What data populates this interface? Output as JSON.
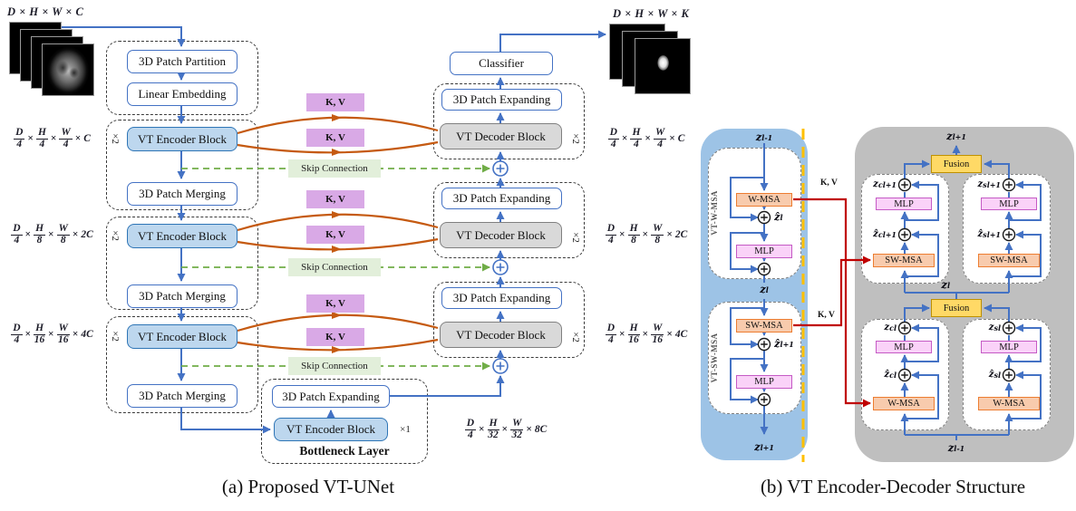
{
  "figure": {
    "caption_a": "(a) Proposed VT-UNet",
    "caption_b": "(b) VT Encoder-Decoder Structure"
  },
  "colors": {
    "flow_blue": "#4472C4",
    "encoder_block_fill": "#BDD7EE",
    "decoder_block_fill": "#D9D9D9",
    "kv_purple": "#D9A9E6",
    "skip_green_bg": "#E2EFDA",
    "skip_green_line": "#70AD47",
    "cross_attention_orange": "#C55A11",
    "kv_red_line": "#C00000",
    "divider_yellow": "#FFC000",
    "fusion_yellow": "#FFD966",
    "msa_orange_fill": "#F8CBAD",
    "mlp_pink_fill": "#FAD2F8",
    "encoder_panel_blue": "#9DC3E6",
    "decoder_panel_gray": "#BFBFBF"
  },
  "panel_a": {
    "input_dim_label": "D × H × W × C",
    "output_dim_label": "D × H × W × K",
    "times": "×",
    "kv_label": "K, V",
    "skip_label": "Skip Connection",
    "stem": {
      "patch_partition": "3D Patch Partition",
      "linear_embedding": "Linear Embedding"
    },
    "encoder_stages": [
      {
        "block": "VT Encoder Block",
        "repeat": "×2",
        "merge": "3D Patch Merging"
      },
      {
        "block": "VT Encoder Block",
        "repeat": "×2",
        "merge": "3D Patch Merging"
      },
      {
        "block": "VT Encoder Block",
        "repeat": "×2",
        "merge": "3D Patch Merging"
      }
    ],
    "bottleneck": {
      "expand": "3D Patch Expanding",
      "block": "VT Encoder Block",
      "repeat": "×1",
      "title": "Bottleneck Layer",
      "dim": {
        "terms": [
          {
            "n": "D",
            "d": "4"
          },
          {
            "n": "H",
            "d": "32"
          },
          {
            "n": "W",
            "d": "32"
          }
        ],
        "tail": "8C"
      }
    },
    "decoder": {
      "classifier": "Classifier",
      "stages": [
        {
          "expand": "3D Patch Expanding",
          "block": "VT Decoder Block",
          "repeat": "×2"
        },
        {
          "expand": "3D Patch Expanding",
          "block": "VT Decoder Block",
          "repeat": "×2"
        },
        {
          "expand": "3D Patch Expanding",
          "block": "VT Decoder Block",
          "repeat": "×2"
        }
      ]
    },
    "dims_left": [
      {
        "terms": [
          {
            "n": "D",
            "d": "4"
          },
          {
            "n": "H",
            "d": "4"
          },
          {
            "n": "W",
            "d": "4"
          }
        ],
        "tail": "C"
      },
      {
        "terms": [
          {
            "n": "D",
            "d": "4"
          },
          {
            "n": "H",
            "d": "8"
          },
          {
            "n": "W",
            "d": "8"
          }
        ],
        "tail": "2C"
      },
      {
        "terms": [
          {
            "n": "D",
            "d": "4"
          },
          {
            "n": "H",
            "d": "16"
          },
          {
            "n": "W",
            "d": "16"
          }
        ],
        "tail": "4C"
      }
    ],
    "dims_right": [
      {
        "terms": [
          {
            "n": "D",
            "d": "4"
          },
          {
            "n": "H",
            "d": "4"
          },
          {
            "n": "W",
            "d": "4"
          }
        ],
        "tail": "C"
      },
      {
        "terms": [
          {
            "n": "D",
            "d": "4"
          },
          {
            "n": "H",
            "d": "8"
          },
          {
            "n": "W",
            "d": "8"
          }
        ],
        "tail": "2C"
      },
      {
        "terms": [
          {
            "n": "D",
            "d": "4"
          },
          {
            "n": "H",
            "d": "16"
          },
          {
            "n": "W",
            "d": "16"
          }
        ],
        "tail": "4C"
      }
    ]
  },
  "panel_b": {
    "kv_label": "K, V",
    "encoder": {
      "z_in": {
        "base": "z",
        "sup": "l-1"
      },
      "z_mid": {
        "base": "z",
        "sup": "l"
      },
      "z_out": {
        "base": "z",
        "sup": "l+1"
      },
      "blocks": [
        {
          "group": "VT-W-MSA",
          "attn": "W-MSA",
          "mlp": "MLP",
          "hat": {
            "base": "ẑ",
            "sup": "l"
          }
        },
        {
          "group": "VT-SW-MSA",
          "attn": "SW-MSA",
          "mlp": "MLP",
          "hat": {
            "base": "ẑ",
            "sup": "l+1"
          }
        }
      ]
    },
    "decoder": {
      "z_top": {
        "base": "z",
        "sup": "l+1"
      },
      "z_mid": {
        "base": "z",
        "sup": "l"
      },
      "z_bottom": {
        "base": "z",
        "sup": "l-1"
      },
      "fusion": "Fusion",
      "quadrants": [
        {
          "attn": "SW-MSA",
          "mlp": "MLP",
          "out": {
            "base": "z",
            "sub": "c",
            "sup": "l+1"
          },
          "hat": {
            "base": "ẑ",
            "sub": "c",
            "sup": "l+1"
          }
        },
        {
          "attn": "SW-MSA",
          "mlp": "MLP",
          "out": {
            "base": "z",
            "sub": "s",
            "sup": "l+1"
          },
          "hat": {
            "base": "ẑ",
            "sub": "s",
            "sup": "l+1"
          }
        },
        {
          "attn": "W-MSA",
          "mlp": "MLP",
          "out": {
            "base": "z",
            "sub": "c",
            "sup": "l"
          },
          "hat": {
            "base": "ẑ",
            "sub": "c",
            "sup": "l"
          }
        },
        {
          "attn": "W-MSA",
          "mlp": "MLP",
          "out": {
            "base": "z",
            "sub": "s",
            "sup": "l"
          },
          "hat": {
            "base": "ẑ",
            "sub": "s",
            "sup": "l"
          }
        }
      ]
    }
  }
}
